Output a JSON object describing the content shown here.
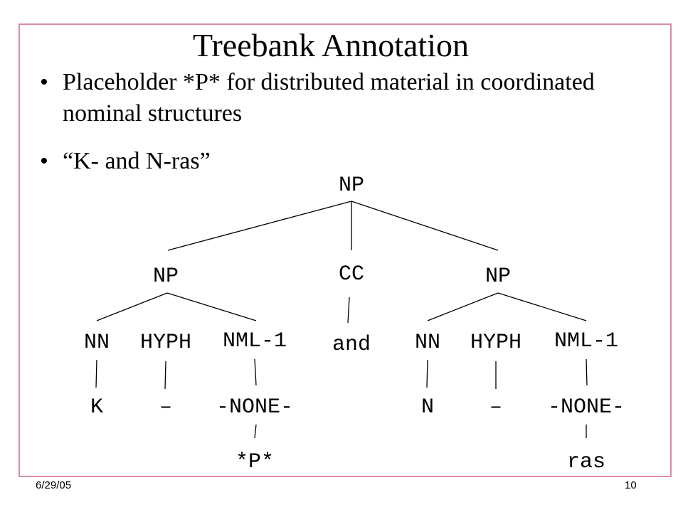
{
  "slide": {
    "title": "Treebank Annotation",
    "bullet_symbol": "•",
    "bullets": [
      "Placeholder *P* for distributed material in coordinated nominal structures",
      "“K- and N-ras”"
    ],
    "date": "6/29/05",
    "page_number": "10",
    "frame_color": "#d98aa6"
  },
  "tree": {
    "root": "NP",
    "left_np": "NP",
    "cc": "CC",
    "right_np": "NP",
    "and": "and",
    "left": {
      "nn": "NN",
      "hyph": "HYPH",
      "nml": "NML",
      "nml_index": "-1",
      "k": "K",
      "dash": "–",
      "none": "-NONE-",
      "p": "*P*"
    },
    "right": {
      "nn": "NN",
      "hyph": "HYPH",
      "nml": "NML",
      "nml_index": "-1",
      "n": "N",
      "dash": "–",
      "none": "-NONE-",
      "ras": "ras"
    }
  }
}
